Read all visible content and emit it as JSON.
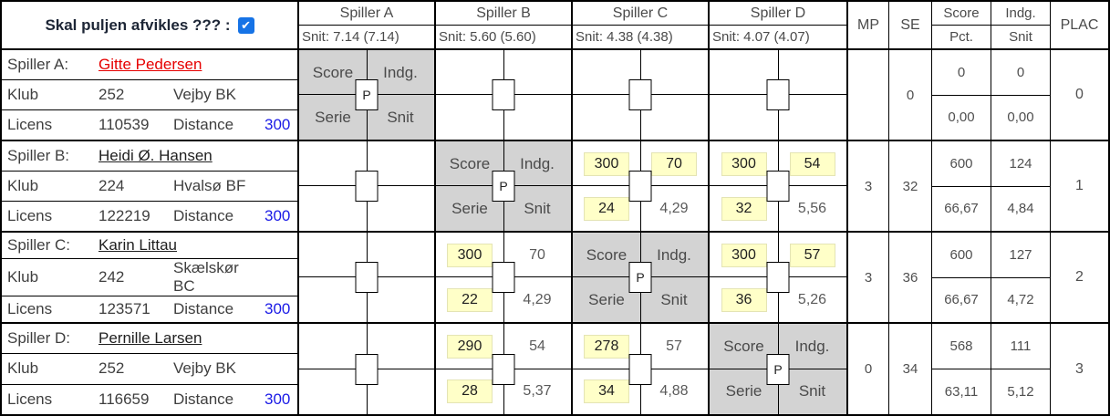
{
  "header": {
    "pool_question_label": "Skal puljen afvikles ??? :",
    "pool_checkbox_checked": true,
    "checkmark": "✔",
    "players": [
      {
        "label": "Spiller A",
        "snit": "Snit: 7.14 (7.14)"
      },
      {
        "label": "Spiller B",
        "snit": "Snit: 5.60 (5.60)"
      },
      {
        "label": "Spiller C",
        "snit": "Snit: 4.38 (4.38)"
      },
      {
        "label": "Spiller D",
        "snit": "Snit: 4.07 (4.07)"
      }
    ],
    "mp": "MP",
    "se": "SE",
    "score": "Score",
    "pct": "Pct.",
    "indg": "Indg.",
    "snit": "Snit",
    "plac": "PLAC"
  },
  "diag_labels": {
    "score": "Score",
    "indg": "Indg.",
    "serie": "Serie",
    "snit": "Snit",
    "p": "P"
  },
  "colors": {
    "checkbox_blue": "#1673e6",
    "highlight_yellow": "#ffffc8",
    "diagonal_gray": "#d3d3d3",
    "name_red": "#e60000",
    "distance_blue": "#1a1ae6"
  },
  "rows": [
    {
      "player_label": "Spiller A:",
      "name": "Gitte Pedersen",
      "name_style": "red",
      "klub_label": "Klub",
      "klub_no": "252",
      "klub_name": "Vejby BK",
      "licens_label": "Licens",
      "licens_no": "110539",
      "distance_label": "Distance",
      "distance": "300",
      "cells": [
        {
          "type": "diag"
        },
        {
          "type": "empty"
        },
        {
          "type": "empty"
        },
        {
          "type": "empty"
        }
      ],
      "mp": "",
      "se": "0",
      "score": "0",
      "pct": "0,00",
      "indg": "0",
      "indg_snit": "0,00",
      "plac": "0"
    },
    {
      "player_label": "Spiller B:",
      "name": "Heidi Ø. Hansen",
      "name_style": "dark",
      "klub_label": "Klub",
      "klub_no": "224",
      "klub_name": "Hvalsø BF",
      "licens_label": "Licens",
      "licens_no": "122219",
      "distance_label": "Distance",
      "distance": "300",
      "cells": [
        {
          "type": "empty"
        },
        {
          "type": "diag"
        },
        {
          "type": "vals",
          "tl": "300",
          "tr": "70",
          "bl": "24",
          "br": "4,29",
          "tl_hl": true,
          "tr_hl": true,
          "bl_hl": true,
          "br_hl": false
        },
        {
          "type": "vals",
          "tl": "300",
          "tr": "54",
          "bl": "32",
          "br": "5,56",
          "tl_hl": true,
          "tr_hl": true,
          "bl_hl": true,
          "br_hl": false
        }
      ],
      "mp": "3",
      "se": "32",
      "score": "600",
      "pct": "66,67",
      "indg": "124",
      "indg_snit": "4,84",
      "plac": "1"
    },
    {
      "player_label": "Spiller C:",
      "name": "Karin Littau",
      "name_style": "dark",
      "klub_label": "Klub",
      "klub_no": "242",
      "klub_name": "Skælskør BC",
      "licens_label": "Licens",
      "licens_no": "123571",
      "distance_label": "Distance",
      "distance": "300",
      "cells": [
        {
          "type": "empty"
        },
        {
          "type": "vals",
          "tl": "300",
          "tr": "70",
          "bl": "22",
          "br": "4,29",
          "tl_hl": true,
          "tr_hl": false,
          "bl_hl": true,
          "br_hl": false
        },
        {
          "type": "diag"
        },
        {
          "type": "vals",
          "tl": "300",
          "tr": "57",
          "bl": "36",
          "br": "5,26",
          "tl_hl": true,
          "tr_hl": true,
          "bl_hl": true,
          "br_hl": false
        }
      ],
      "mp": "3",
      "se": "36",
      "score": "600",
      "pct": "66,67",
      "indg": "127",
      "indg_snit": "4,72",
      "plac": "2"
    },
    {
      "player_label": "Spiller D:",
      "name": "Pernille Larsen",
      "name_style": "dark",
      "klub_label": "Klub",
      "klub_no": "252",
      "klub_name": "Vejby BK",
      "licens_label": "Licens",
      "licens_no": "116659",
      "distance_label": "Distance",
      "distance": "300",
      "cells": [
        {
          "type": "empty"
        },
        {
          "type": "vals",
          "tl": "290",
          "tr": "54",
          "bl": "28",
          "br": "5,37",
          "tl_hl": true,
          "tr_hl": false,
          "bl_hl": true,
          "br_hl": false
        },
        {
          "type": "vals",
          "tl": "278",
          "tr": "57",
          "bl": "34",
          "br": "4,88",
          "tl_hl": true,
          "tr_hl": false,
          "bl_hl": true,
          "br_hl": false
        },
        {
          "type": "diag"
        }
      ],
      "mp": "0",
      "se": "34",
      "score": "568",
      "pct": "63,11",
      "indg": "111",
      "indg_snit": "5,12",
      "plac": "3"
    }
  ]
}
